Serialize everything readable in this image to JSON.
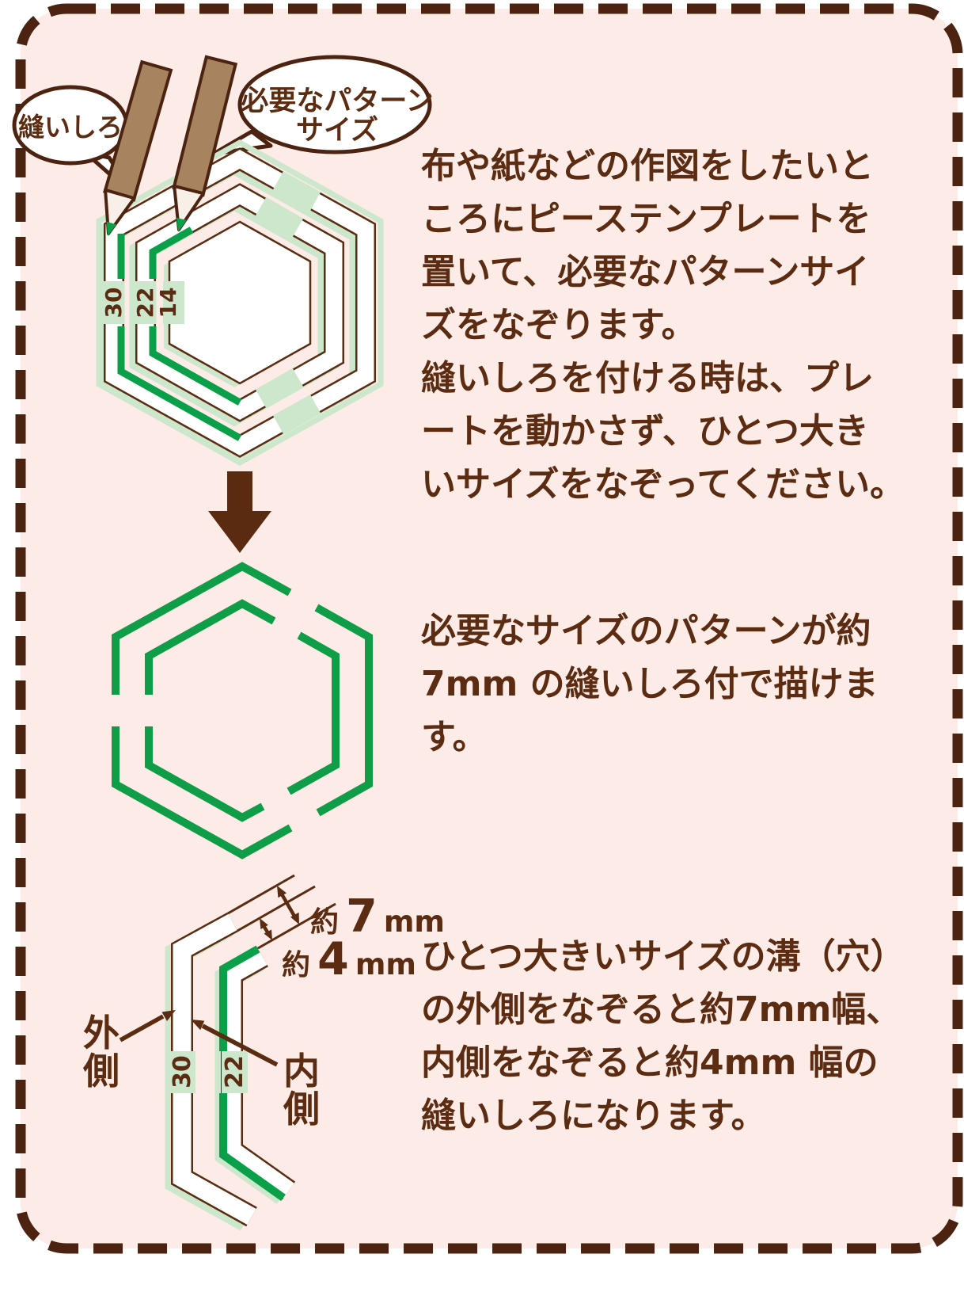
{
  "bubbles": {
    "seam_allowance": "縫いしろ",
    "pattern_size_line1": "必要なパターン",
    "pattern_size_line2": "サイズ"
  },
  "sizes": {
    "s30": "30",
    "s22": "22",
    "s14": "14"
  },
  "paragraphs": {
    "p1": [
      "布や紙などの作図をしたいと",
      "ころにピーステンプレートを",
      "置いて、必要なパターンサイ",
      "ズをなぞります。",
      "縫いしろを付ける時は、プレ",
      "ートを動かさず、ひとつ大き",
      "いサイズをなぞってください。"
    ],
    "p2": [
      "必要なサイズのパターンが約",
      "7mm の縫いしろ付で描けま",
      "す。"
    ],
    "p3": [
      "ひとつ大きいサイズの溝（穴）",
      "の外側をなぞると約7mm幅、",
      "内側をなぞると約4mm 幅の",
      "縫いしろになります。"
    ]
  },
  "detail": {
    "m7_prefix": "約",
    "m7_value": "7",
    "m7_unit": "mm",
    "m4_prefix": "約",
    "m4_value": "4",
    "m4_unit": "mm",
    "outer_label_char1": "外",
    "outer_label_char2": "側",
    "inner_label_char1": "内",
    "inner_label_char2": "側"
  },
  "colors": {
    "panel_bg": "#fcebe6",
    "border_brown": "#4b2310",
    "text_brown": "#5c2c12",
    "green_bright": "#0aa04a",
    "green_pale": "#cde7cd",
    "pencil_body": "#a8835f",
    "pencil_tip": "#f7efe8",
    "white": "#ffffff"
  }
}
